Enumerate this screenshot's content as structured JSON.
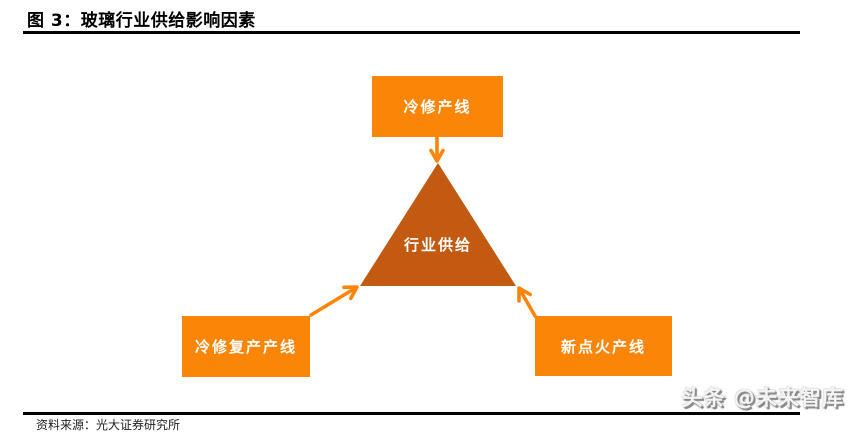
{
  "header": {
    "figure_title": "图 3：玻璃行业供给影响因素"
  },
  "diagram": {
    "top_node": "冷修产线",
    "center_node": "行业供给",
    "bottom_left_node": "冷修复产产线",
    "bottom_right_node": "新点火产线"
  },
  "footer": {
    "source": "资料来源：光大证券研究所",
    "watermark": "头条 @未来智库"
  },
  "colors": {
    "box_orange": "#FB8506",
    "triangle_orange": "#C25A11"
  }
}
